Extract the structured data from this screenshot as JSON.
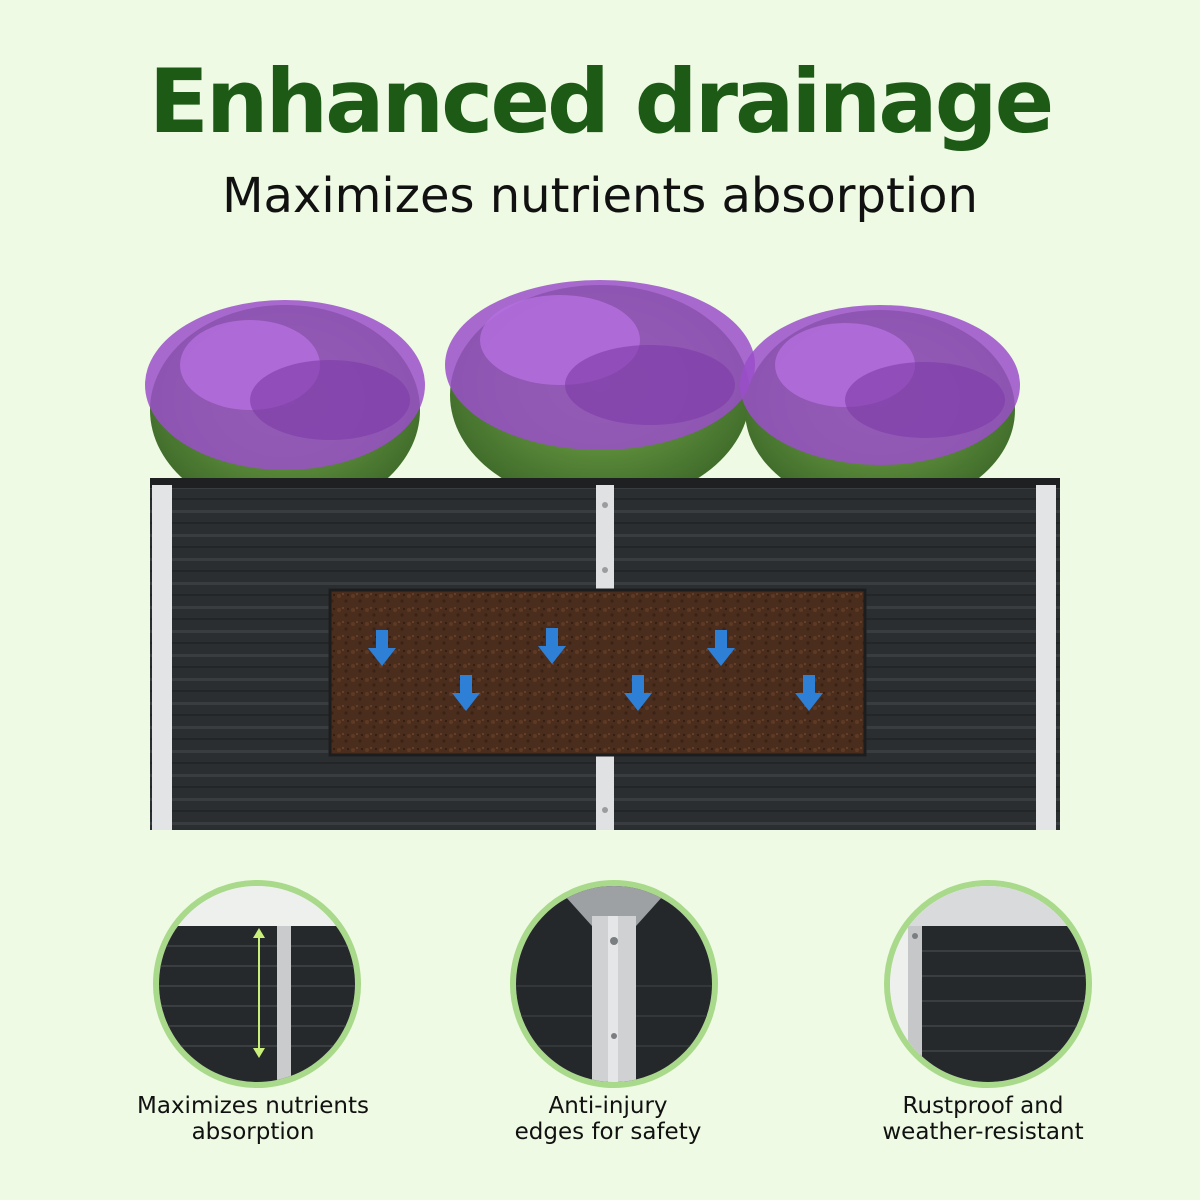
{
  "header": {
    "title": "Enhanced drainage",
    "subtitle": "Maximizes nutrients absorption"
  },
  "features": [
    {
      "icon": "height-arrow-panel-icon",
      "line1": "Maximizes nutrients",
      "line2": "absorption"
    },
    {
      "icon": "rounded-corner-icon",
      "line1": "Anti-injury",
      "line2": "edges for safety"
    },
    {
      "icon": "galvanized-panel-icon",
      "line1": "Rustproof and",
      "line2": "weather-resistant"
    }
  ],
  "colors": {
    "background": "#eefae3",
    "title": "#1c5a16",
    "circle_border": "#a9d98a",
    "planter": "#2b2e30",
    "soil": "#4a2d1c",
    "arrow": "#2e7fd6",
    "lavender": "#9a4fc9"
  }
}
